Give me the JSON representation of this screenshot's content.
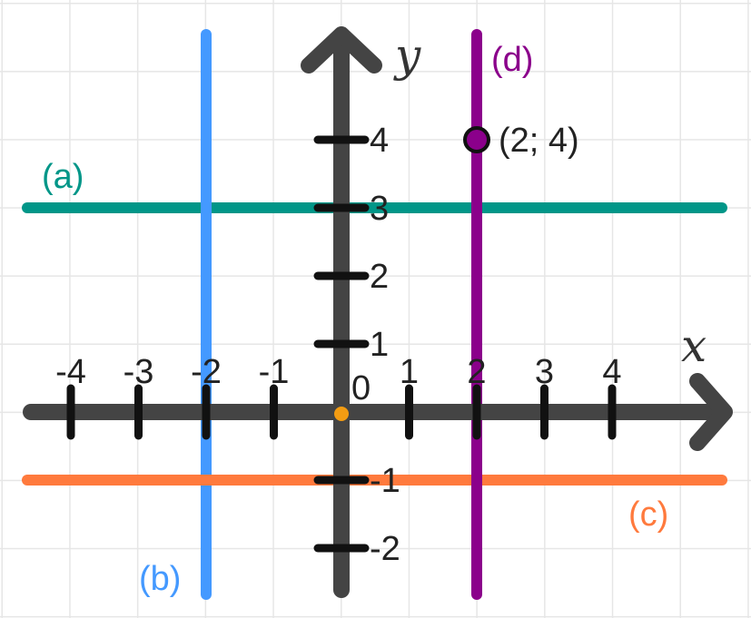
{
  "axes": {
    "x_name": "x",
    "y_name": "y",
    "origin_label": "0",
    "x_ticks": [
      {
        "value": -4,
        "label": "-4"
      },
      {
        "value": -3,
        "label": "-3"
      },
      {
        "value": -2,
        "label": "-2"
      },
      {
        "value": -1,
        "label": "-1"
      },
      {
        "value": 1,
        "label": "1"
      },
      {
        "value": 2,
        "label": "2"
      },
      {
        "value": 3,
        "label": "3"
      },
      {
        "value": 4,
        "label": "4"
      }
    ],
    "y_ticks": [
      {
        "value": -2,
        "label": "-2"
      },
      {
        "value": -1,
        "label": "-1"
      },
      {
        "value": 1,
        "label": "1"
      },
      {
        "value": 2,
        "label": "2"
      },
      {
        "value": 3,
        "label": "3"
      },
      {
        "value": 4,
        "label": "4"
      }
    ],
    "x_range": [
      -4.6,
      5.7
    ],
    "y_range": [
      -2.7,
      5.6
    ],
    "axis_color": "#444444",
    "origin_color": "#f39c12",
    "grid": true,
    "grid_color": "#e6e6e6"
  },
  "lines": [
    {
      "label": "(a)",
      "orientation": "horizontal",
      "value": 3,
      "color": "#009688",
      "label_pos": "upper-left"
    },
    {
      "label": "(b)",
      "orientation": "vertical",
      "value": -2,
      "color": "#4499ff",
      "label_pos": "lower-left"
    },
    {
      "label": "(c)",
      "orientation": "horizontal",
      "value": -1,
      "color": "#ff7a3d",
      "label_pos": "lower-right"
    },
    {
      "label": "(d)",
      "orientation": "vertical",
      "value": 2,
      "color": "#8b008b",
      "label_pos": "upper-right"
    }
  ],
  "point": {
    "x": 2,
    "y": 4,
    "label": "(2; 4)",
    "color": "#8b008b"
  }
}
